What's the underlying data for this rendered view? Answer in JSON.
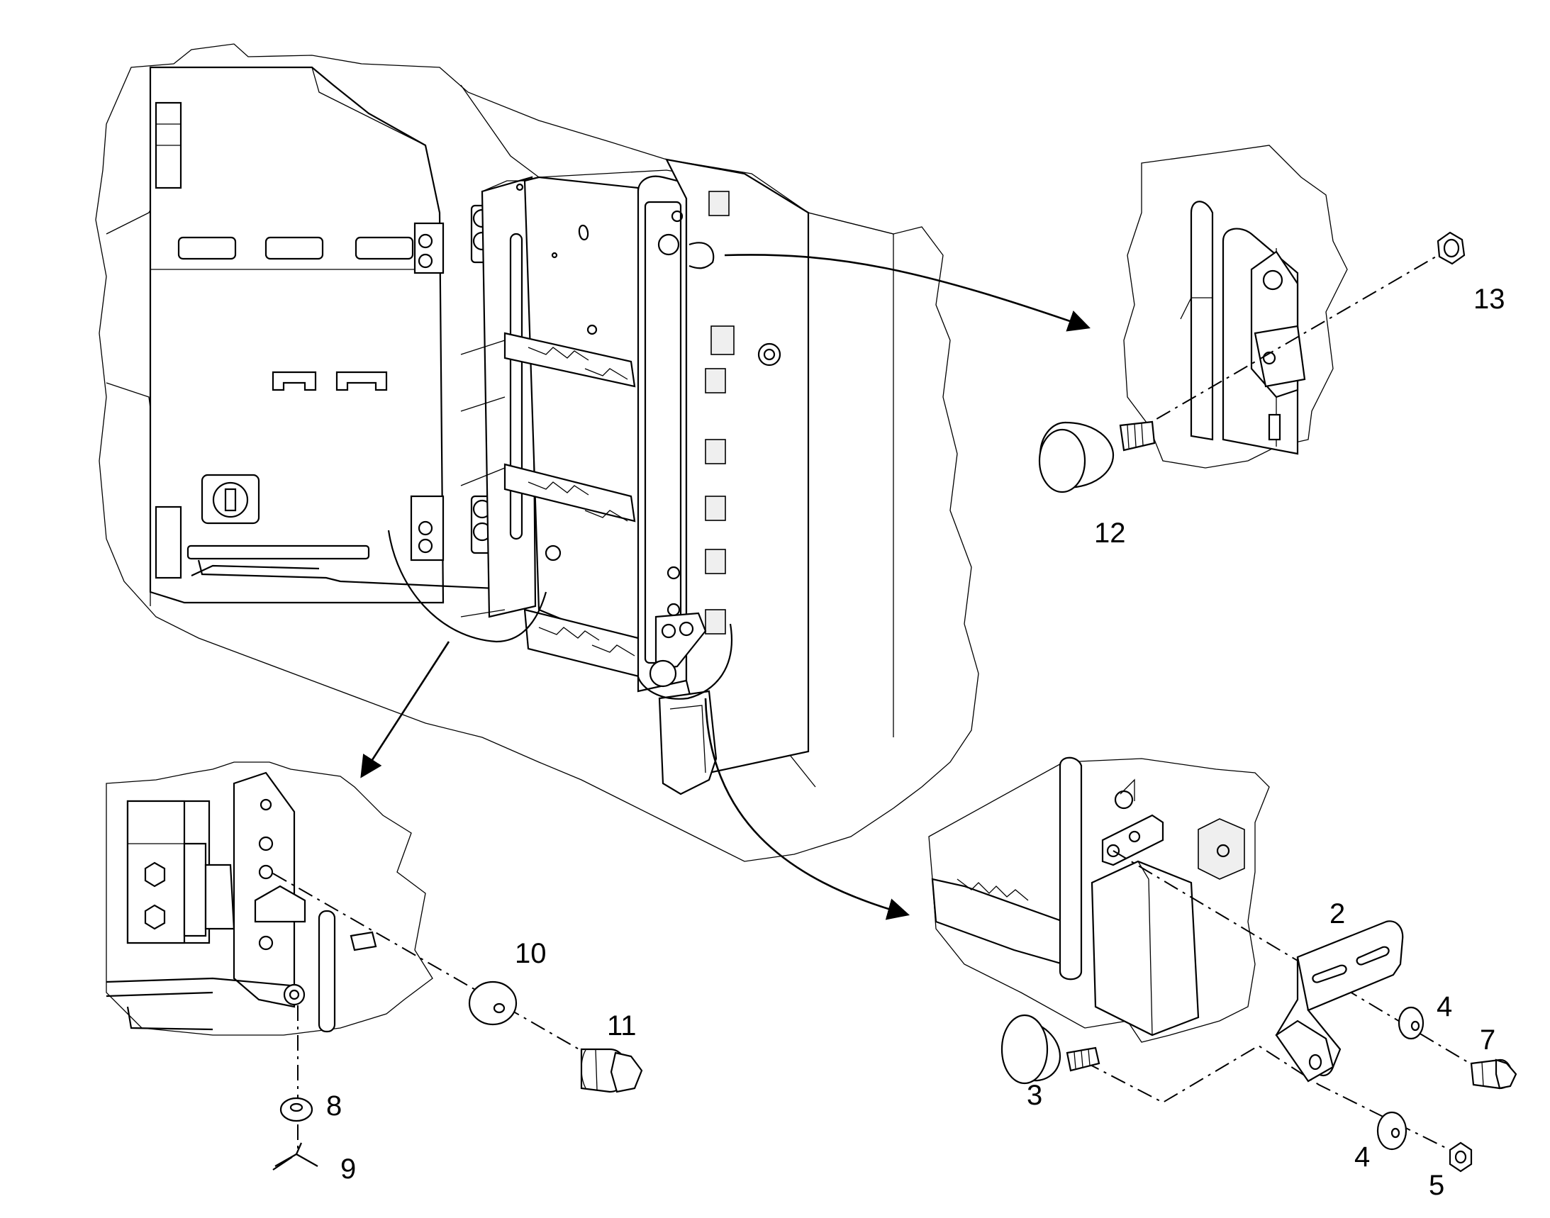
{
  "callouts": {
    "c2": "2",
    "c3": "3",
    "c4a": "4",
    "c4b": "4",
    "c5": "5",
    "c7": "7",
    "c8": "8",
    "c9": "9",
    "c10": "10",
    "c11": "11",
    "c12": "12",
    "c13": "13"
  },
  "colors": {
    "line": "#000000",
    "background": "#ffffff",
    "shade": "#efefef"
  }
}
